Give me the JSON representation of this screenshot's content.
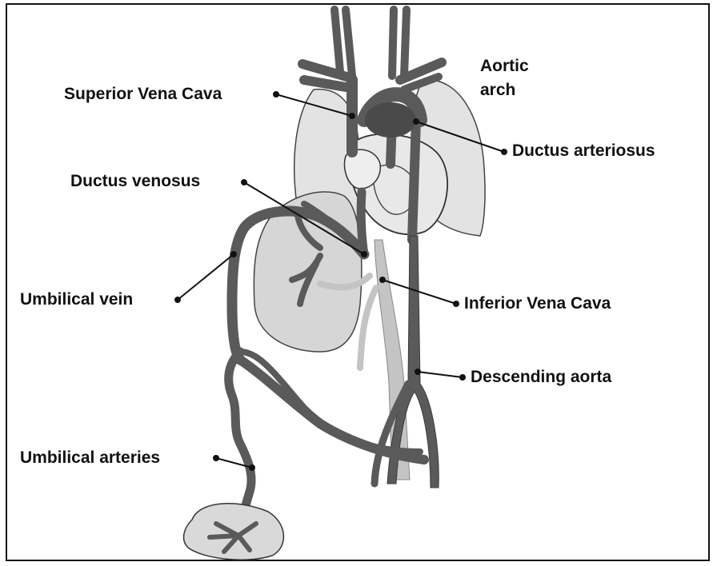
{
  "labels": {
    "aortic_arch_line1": "Aortic",
    "aortic_arch_line2": "arch",
    "superior_vena_cava": "Superior Vena Cava",
    "ductus_arteriosus": "Ductus arteriosus",
    "ductus_venosus": "Ductus venosus",
    "umbilical_vein": "Umbilical vein",
    "inferior_vena_cava": "Inferior Vena Cava",
    "descending_aorta": "Descending aorta",
    "umbilical_arteries": "Umbilical arteries"
  },
  "colors": {
    "vessel": "#5a5a5a",
    "vessel_dark": "#3a3a3a",
    "organ_fill": "#d9d9d9",
    "organ_light": "#e6e6e6",
    "ivc_fill": "#c2c2c2",
    "outline": "#333333",
    "text": "#111111"
  }
}
